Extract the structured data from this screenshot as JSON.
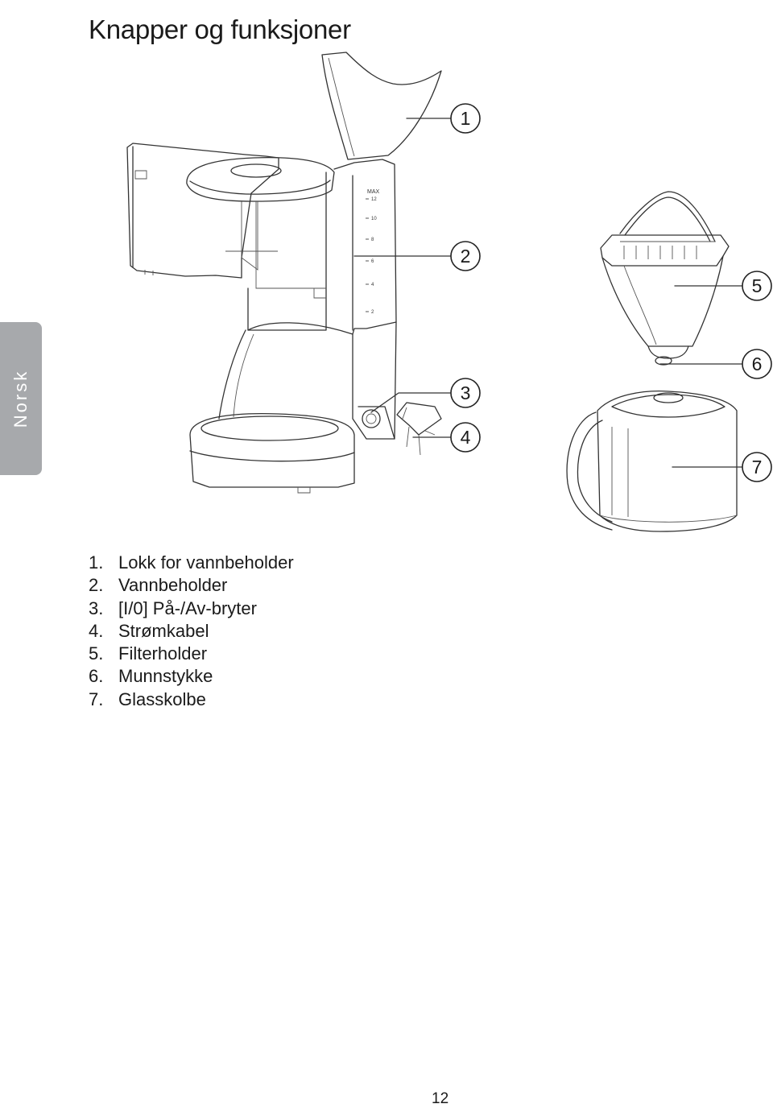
{
  "title": "Knapper og funksjoner",
  "language_tab": "Norsk",
  "callouts": [
    "1",
    "2",
    "3",
    "4",
    "5",
    "6",
    "7"
  ],
  "scale_marks": [
    "MAX",
    "12",
    "10",
    "8",
    "6",
    "4",
    "2"
  ],
  "legend": [
    {
      "num": "1.",
      "label": "Lokk for vannbeholder"
    },
    {
      "num": "2.",
      "label": "Vannbeholder"
    },
    {
      "num": "3.",
      "label": "[I/0] På-/Av-bryter"
    },
    {
      "num": "4.",
      "label": "Strømkabel"
    },
    {
      "num": "5.",
      "label": "Filterholder"
    },
    {
      "num": "6.",
      "label": "Munnstykke"
    },
    {
      "num": "7.",
      "label": "Glasskolbe"
    }
  ],
  "page_number": "12"
}
